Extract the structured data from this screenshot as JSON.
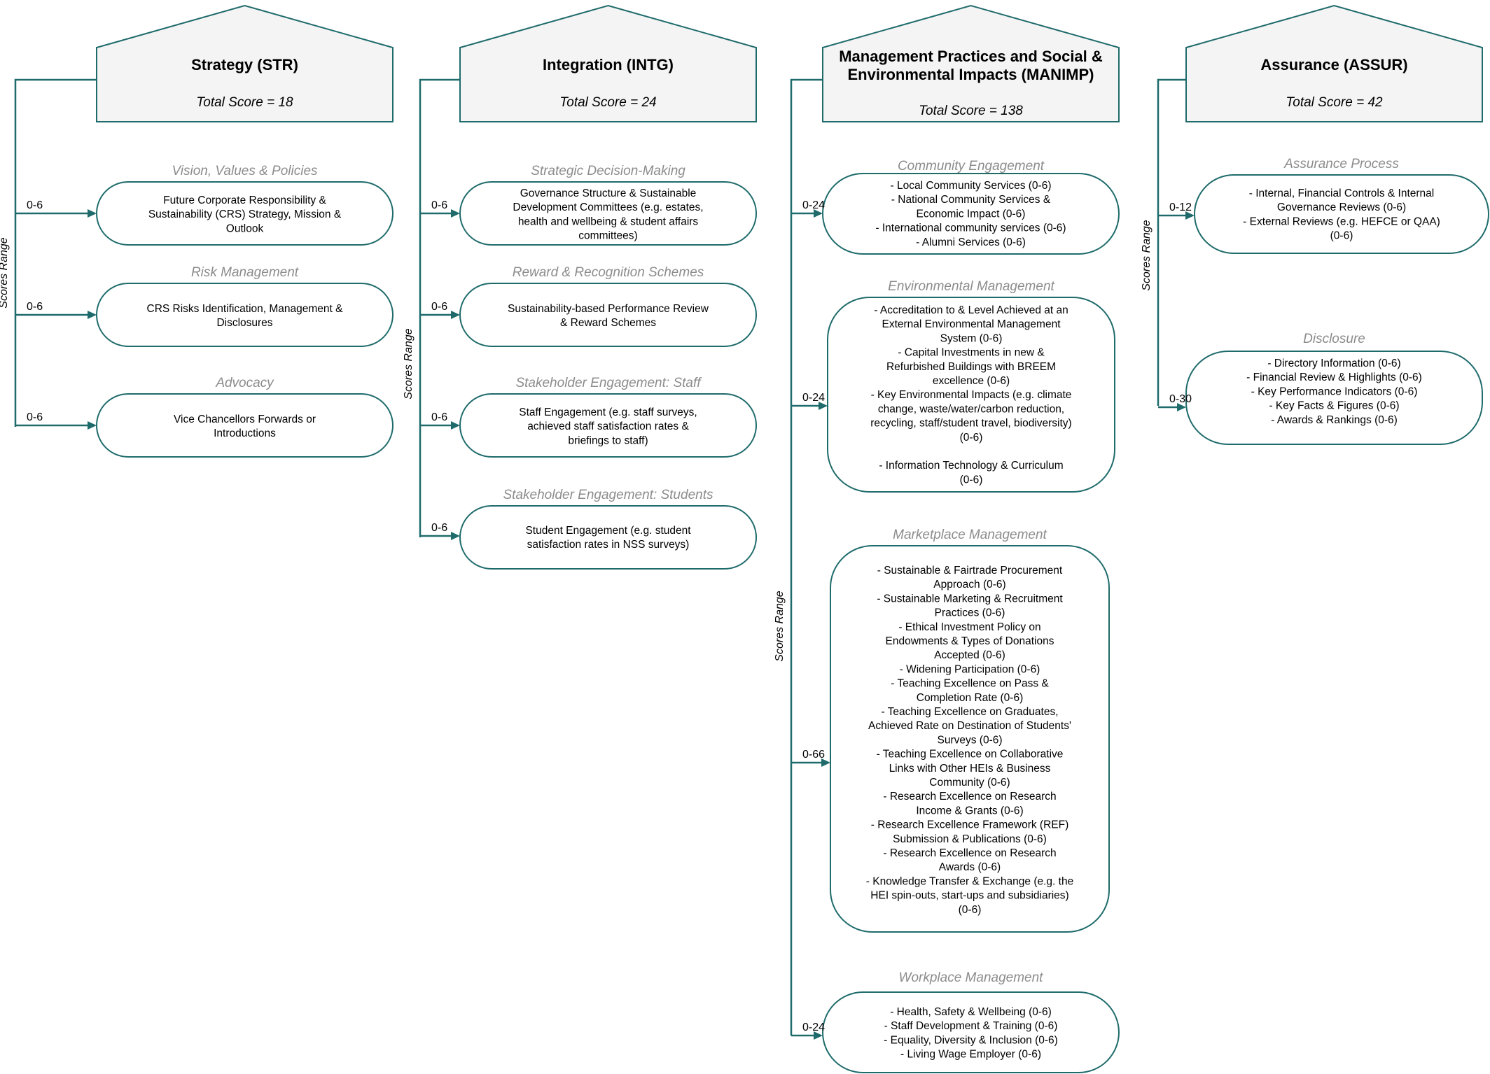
{
  "pillars": [
    {
      "id": "str",
      "title_lines": [
        "Strategy (STR)"
      ],
      "score": "Total Score = 18",
      "axis_label": "Scores Range",
      "categories": [
        {
          "title": "Vision, Values & Policies",
          "range": "0-6",
          "lines": [
            "Future Corporate Responsibility &",
            "Sustainability (CRS) Strategy, Mission &",
            "Outlook"
          ]
        },
        {
          "title": "Risk Management",
          "range": "0-6",
          "lines": [
            "CRS Risks Identification, Management &",
            "Disclosures"
          ]
        },
        {
          "title": "Advocacy",
          "range": "0-6",
          "lines": [
            "Vice Chancellors Forwards or",
            "Introductions"
          ]
        }
      ]
    },
    {
      "id": "intg",
      "title_lines": [
        "Integration (INTG)"
      ],
      "score": "Total Score = 24",
      "axis_label": "Scores Range",
      "categories": [
        {
          "title": "Strategic Decision-Making",
          "range": "0-6",
          "lines": [
            "Governance Structure & Sustainable",
            "Development Committees (e.g. estates,",
            "health and wellbeing & student affairs",
            "committees)"
          ]
        },
        {
          "title": "Reward & Recognition Schemes",
          "range": "0-6",
          "lines": [
            "Sustainability-based Performance Review",
            "& Reward Schemes"
          ]
        },
        {
          "title": "Stakeholder Engagement: Staff",
          "range": "0-6",
          "lines": [
            "Staff Engagement (e.g. staff surveys,",
            "achieved staff satisfaction rates &",
            "briefings to staff)"
          ]
        },
        {
          "title": "Stakeholder Engagement: Students",
          "range": "0-6",
          "lines": [
            "Student Engagement (e.g. student",
            "satisfaction rates in NSS surveys)"
          ]
        }
      ]
    },
    {
      "id": "manimp",
      "title_lines": [
        "Management Practices and Social &",
        "Environmental Impacts (MANIMP)"
      ],
      "score": "Total Score = 138",
      "axis_label": "Scores Range",
      "categories": [
        {
          "title": "Community Engagement",
          "range": "0-24",
          "lines": [
            "- Local Community Services (0-6)",
            "- National Community Services &",
            "Economic Impact (0-6)",
            "- International community services (0-6)",
            "- Alumni Services (0-6)"
          ]
        },
        {
          "title": "Environmental Management",
          "range": "0-24",
          "lines": [
            "- Accreditation to & Level Achieved at an",
            "External Environmental Management",
            "System (0-6)",
            "- Capital Investments in new &",
            "Refurbished Buildings with BREEM",
            "excellence (0-6)",
            "- Key Environmental Impacts (e.g. climate",
            "change, waste/water/carbon reduction,",
            "recycling, staff/student travel, biodiversity)",
            "(0-6)",
            "",
            "- Information Technology & Curriculum",
            "(0-6)"
          ]
        },
        {
          "title": "Marketplace Management",
          "range": "0-66",
          "lines": [
            "- Sustainable & Fairtrade Procurement",
            "Approach (0-6)",
            "- Sustainable Marketing & Recruitment",
            "Practices (0-6)",
            "- Ethical Investment Policy on",
            "Endowments & Types of Donations",
            "Accepted (0-6)",
            "- Widening Participation (0-6)",
            "- Teaching Excellence on Pass &",
            "Completion Rate (0-6)",
            "- Teaching Excellence on Graduates,",
            "Achieved Rate on Destination of Students'",
            "Surveys (0-6)",
            "- Teaching Excellence on Collaborative",
            "Links with Other HEIs & Business",
            "Community (0-6)",
            "- Research Excellence on Research",
            "Income & Grants (0-6)",
            "- Research Excellence Framework (REF)",
            "Submission & Publications (0-6)",
            "- Research Excellence on Research",
            "Awards (0-6)",
            "- Knowledge Transfer & Exchange (e.g. the",
            "HEI spin-outs, start-ups and subsidiaries)",
            "(0-6)"
          ]
        },
        {
          "title": "Workplace Management",
          "range": "0-24",
          "lines": [
            "- Health, Safety & Wellbeing (0-6)",
            "- Staff Development & Training (0-6)",
            "- Equality, Diversity & Inclusion (0-6)",
            "- Living Wage Employer (0-6)"
          ]
        }
      ]
    },
    {
      "id": "assur",
      "title_lines": [
        "Assurance (ASSUR)"
      ],
      "score": "Total Score = 42",
      "axis_label": "Scores Range",
      "categories": [
        {
          "title": "Assurance Process",
          "range": "0-12",
          "lines": [
            "- Internal, Financial Controls & Internal",
            "Governance Reviews  (0-6)",
            "- External Reviews (e.g. HEFCE or QAA)",
            "(0-6)"
          ]
        },
        {
          "title": "Disclosure",
          "range": "0-30",
          "lines": [
            "- Directory Information (0-6)",
            "- Financial Review & Highlights (0-6)",
            "- Key Performance Indicators (0-6)",
            "- Key Facts & Figures (0-6)",
            "- Awards & Rankings (0-6)"
          ]
        }
      ]
    }
  ]
}
